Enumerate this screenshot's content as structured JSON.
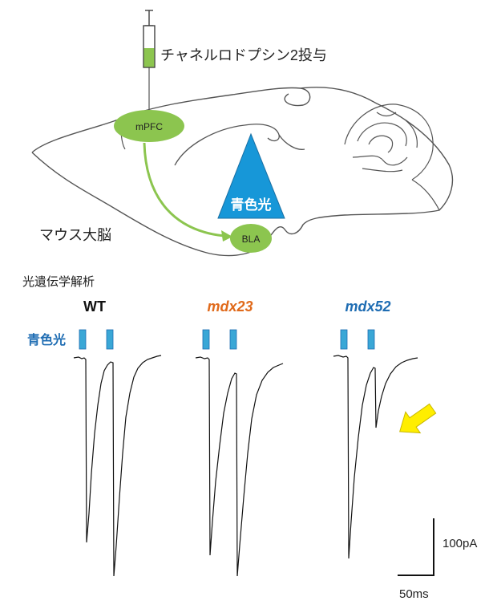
{
  "injection": {
    "label": "チャネルロドプシン2投与"
  },
  "brain": {
    "label": "マウス大脳",
    "mpfc_label": "mPFC",
    "bla_label": "BLA",
    "light_label": "青色光"
  },
  "recordings": {
    "section_label": "光遺伝学解析",
    "light_row_label": "青色光",
    "genotypes": [
      {
        "name": "WT",
        "color": "#111111"
      },
      {
        "name": "mdx23",
        "color": "#e06a1b"
      },
      {
        "name": "mdx52",
        "color": "#1f6db3"
      }
    ]
  },
  "scale_bar": {
    "current_label": "100pA",
    "time_label": "50ms"
  },
  "colors": {
    "green_region": "#8cc54f",
    "green_arrow": "#8cc54f",
    "light_triangle": "#1797d8",
    "light_pulse": "#3aa7d6",
    "highlight_arrow": "#ffee00"
  }
}
